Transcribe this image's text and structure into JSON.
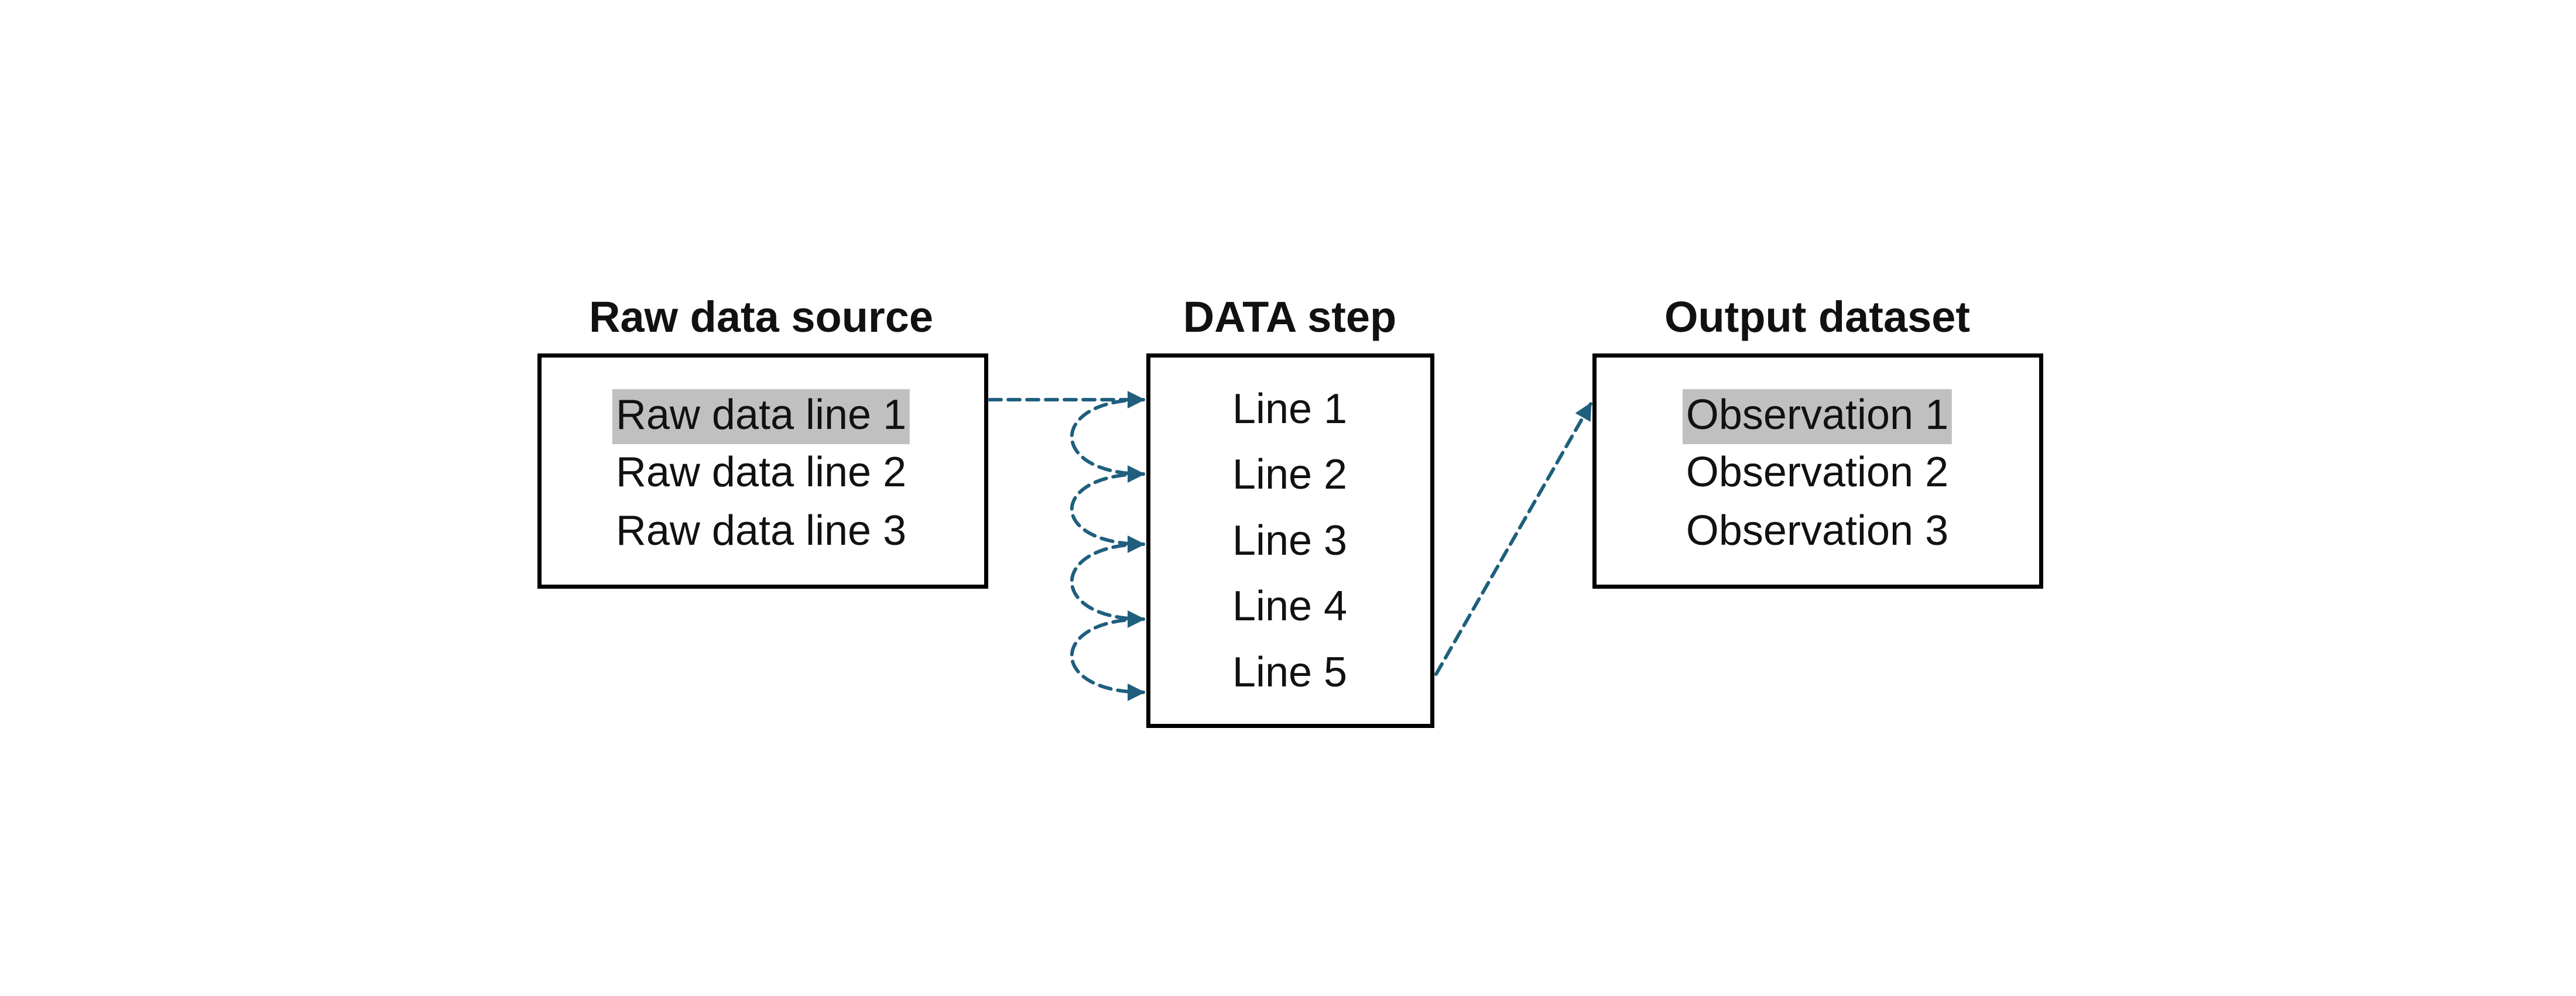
{
  "colors": {
    "arrow": "#1f5f7d",
    "highlight": "#c0c0c0",
    "border": "#000000"
  },
  "raw_source": {
    "title": "Raw data source",
    "lines": [
      "Raw data line 1",
      "Raw data line 2",
      "Raw data line 3"
    ],
    "highlighted_line": 1
  },
  "data_step": {
    "title": "DATA step",
    "lines": [
      "Line 1",
      "Line 2",
      "Line 3",
      "Line 4",
      "Line 5"
    ]
  },
  "output": {
    "title": "Output dataset",
    "lines": [
      "Observation 1",
      "Observation 2",
      "Observation 3"
    ],
    "highlighted_line": 1
  },
  "arrows": {
    "style": "dashed",
    "flows": [
      "raw-line-1-to-data-step-line-1",
      "data-step-line-loop",
      "data-step-line-5-to-observation-1"
    ]
  }
}
